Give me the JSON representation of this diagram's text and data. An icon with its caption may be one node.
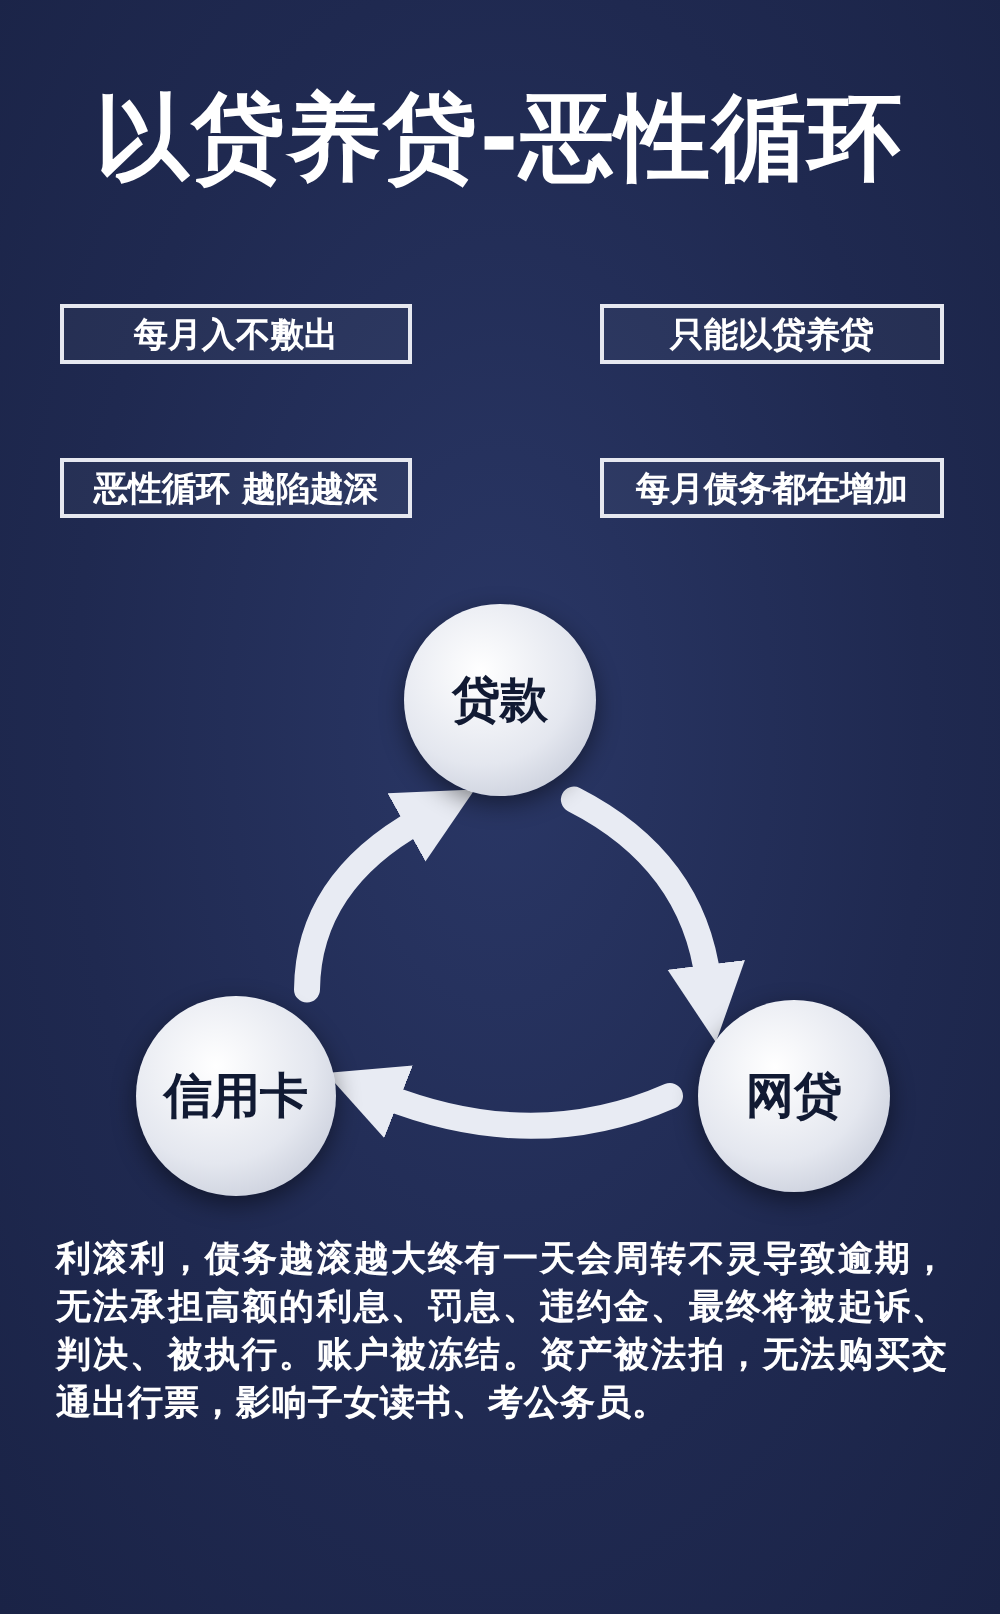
{
  "diagram": {
    "title": "以贷养贷-恶性循环",
    "nodes": [
      {
        "text": [
          "每月入不敷出"
        ]
      },
      {
        "text": [
          "只能以贷养贷"
        ]
      },
      {
        "text": [
          "恶性循环 越陷越深"
        ]
      },
      {
        "text": [
          "每月债务都在增加"
        ]
      },
      {
        "text": [
          "贷款"
        ]
      },
      {
        "text": [
          "网贷"
        ]
      },
      {
        "text": [
          "信用卡"
        ]
      }
    ],
    "edges": [
      {
        "from": 4,
        "to": 5,
        "arrow": "to"
      },
      {
        "from": 5,
        "to": 6,
        "arrow": "to"
      },
      {
        "from": 6,
        "to": 4,
        "arrow": "to"
      }
    ],
    "labels": [
      "利滚利，债务越滚越大终有一天会周转不灵导致逾期，无法承担高额的利息、罚息、违约金、最终将被起诉、判决、被执行。账户被冻结。资产被法拍，无法购买交通出行票，影响子女读书、考公务员。"
    ]
  }
}
